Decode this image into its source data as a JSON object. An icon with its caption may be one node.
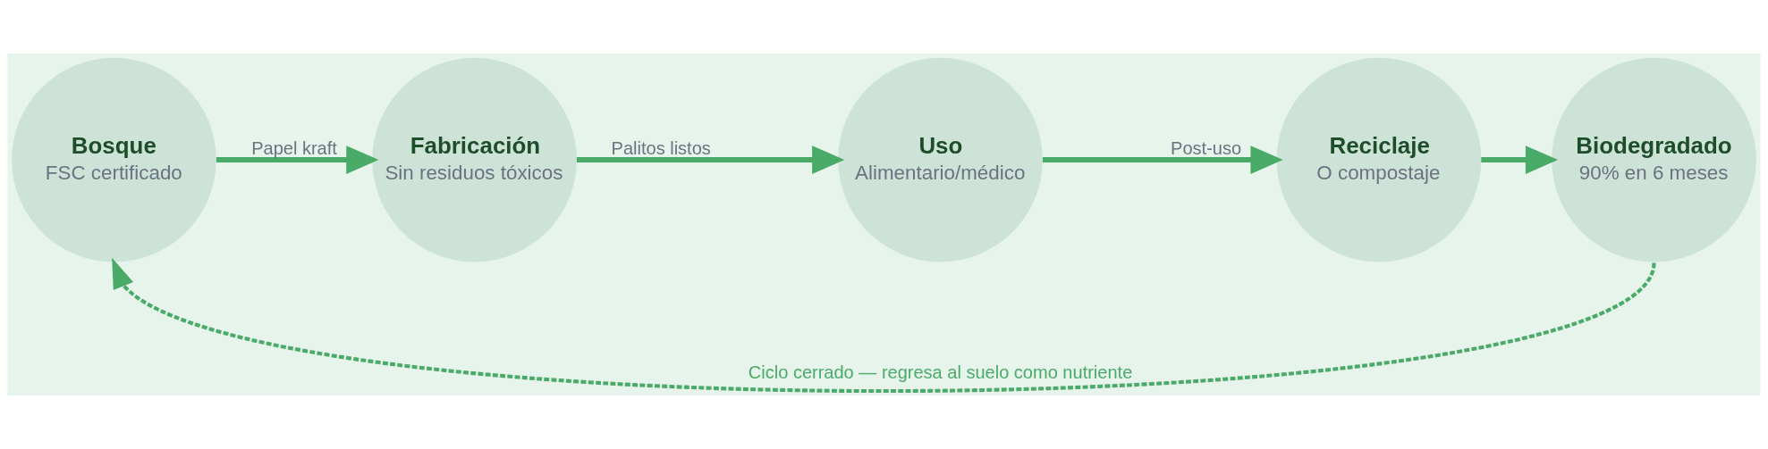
{
  "diagram": {
    "nodes": [
      {
        "text": [
          "Bosque",
          "FSC certificado"
        ]
      },
      {
        "text": [
          "Fabricación",
          "Sin residuos tóxicos"
        ]
      },
      {
        "text": [
          "Uso",
          "Alimentario/médico"
        ]
      },
      {
        "text": [
          "Reciclaje",
          "O compostaje"
        ]
      },
      {
        "text": [
          "Biodegradado",
          "90% en 6 meses"
        ]
      }
    ],
    "edges": [
      {
        "from": 0,
        "to": 1,
        "arrow": "to",
        "label": "Papel kraft"
      },
      {
        "from": 1,
        "to": 2,
        "arrow": "to",
        "label": "Palitos listos"
      },
      {
        "from": 2,
        "to": 3,
        "arrow": "to",
        "label": "Post-uso"
      },
      {
        "from": 3,
        "to": 4,
        "arrow": "to"
      },
      {
        "from": 4,
        "to": 0,
        "arrow": "to",
        "style": "dashed",
        "label": "Ciclo cerrado — regresa al suelo como nutriente"
      }
    ]
  }
}
